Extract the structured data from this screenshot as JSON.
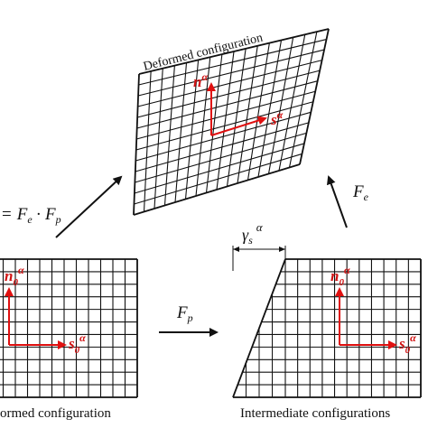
{
  "configurations": {
    "deformed": {
      "label": "Deformed configuration",
      "slip_normal": "n",
      "slip_dir": "s",
      "superscript": "α"
    },
    "reference": {
      "label": "ormed configuration",
      "slip_normal": "n",
      "slip_dir": "s",
      "subscript": "0",
      "superscript": "α"
    },
    "intermediate": {
      "label": "Intermediate configurations",
      "slip_normal": "n",
      "slip_dir": "s",
      "subscript": "0",
      "superscript": "α",
      "shear_label": "γ",
      "shear_sub": "s",
      "shear_sup": "α"
    }
  },
  "maps": {
    "total_eq_lhs": "=",
    "F_e": "F",
    "F_e_sub": "e",
    "dot": "·",
    "F_p": "F",
    "F_p_sub": "p",
    "arrow_fp_label": "F",
    "arrow_fp_sub": "p",
    "arrow_fe_label": "F",
    "arrow_fe_sub": "e"
  },
  "colors": {
    "grid": "#111111",
    "vector": "#e01010",
    "text": "#111111"
  }
}
